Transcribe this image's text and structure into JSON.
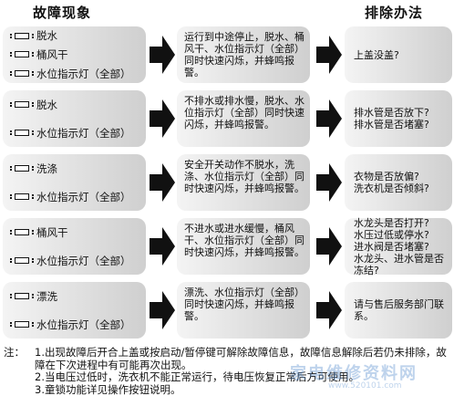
{
  "headers": {
    "fault": "故障现象",
    "solution": "排除办法"
  },
  "rows": [
    {
      "faults": [
        "脱水",
        "桶风干",
        "水位指示灯（全部）"
      ],
      "cause": "运行到中途停止，脱水、桶风干、水位指示灯（全部）同时快速闪烁，并蜂鸣报警。",
      "solutions": [
        "上盖没盖?"
      ]
    },
    {
      "faults": [
        "脱水",
        "水位指示灯（全部）"
      ],
      "cause": "不排水或排水慢，脱水、水位指示灯（全部）同时快速闪烁，并蜂鸣报警。",
      "solutions": [
        "排水管是否放下?",
        "排水管是否堵塞?"
      ]
    },
    {
      "faults": [
        "洗涤",
        "水位指示灯（全部）"
      ],
      "cause": "安全开关动作不脱水，洗涤、水位指示灯（全部）同时快速闪烁，并蜂鸣报警。",
      "solutions": [
        "衣物是否放偏?",
        "洗衣机是否倾斜?"
      ]
    },
    {
      "faults": [
        "桶风干",
        "水位指示灯（全部）"
      ],
      "cause": "不进水或进水缓慢，桶风干、水位指示灯（全部）同时快速闪烁，并蜂鸣报警。",
      "solutions": [
        "水龙头是否打开?",
        "水压过低或停水?",
        "进水阀是否堵塞?",
        "水龙头、进水管是否冻结?"
      ]
    },
    {
      "faults": [
        "漂洗",
        "水位指示灯（全部）"
      ],
      "cause": "漂洗、水位指示灯（全部）同时快速闪烁，并蜂鸣报警。",
      "solutions": [
        "请与售后服务部门联系。"
      ]
    }
  ],
  "notes": {
    "prefix": "注：",
    "items": [
      "1.出现故障后开合上盖或按启动/暂停键可解除故障信息，故障信息解除后若仍未排除，故障在下次进程中有可能再次出现。",
      "2.当电压过低时，洗衣机不能正常运行，待电压恢复正常后方可使用。",
      "3.童锁功能详见操作按钮说明。"
    ]
  },
  "watermark": {
    "main": "家电维修资料网",
    "sub": "www.520101.com"
  }
}
